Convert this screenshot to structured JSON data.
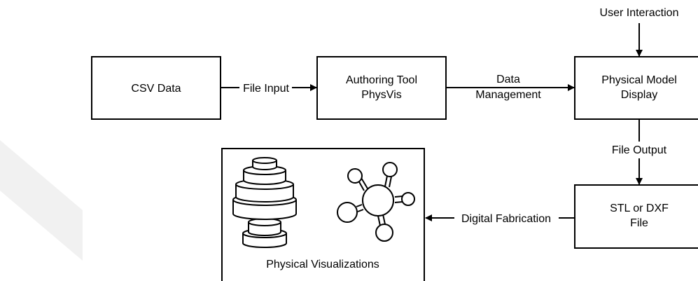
{
  "nodes": {
    "csv": "CSV Data",
    "authoring_line1": "Authoring Tool",
    "authoring_line2": "PhysVis",
    "physical_model_line1": "Physical Model",
    "physical_model_line2": "Display",
    "stl_line1": "STL or DXF",
    "stl_line2": "File",
    "physical_vis": "Physical Visualizations"
  },
  "edges": {
    "file_input": "File Input",
    "data_management_line1": "Data",
    "data_management_line2": "Management",
    "user_interaction": "User Interaction",
    "file_output": "File Output",
    "digital_fabrication": "Digital Fabrication"
  },
  "colors": {
    "stroke": "#000000",
    "background": "#ffffff",
    "watermark": "#f1f1f1"
  }
}
